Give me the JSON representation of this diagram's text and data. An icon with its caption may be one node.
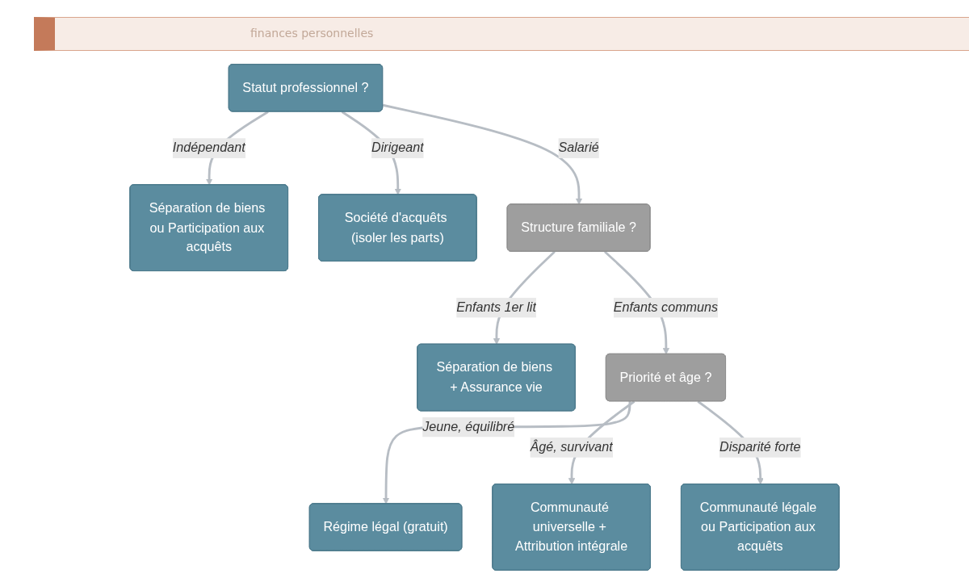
{
  "diagram": {
    "nodes": [
      {
        "text": [
          "Statut professionnel ?"
        ]
      },
      {
        "text": [
          "Séparation de biens ou Participation aux acquêts"
        ]
      },
      {
        "text": [
          "Société d'acquêts (isoler les parts)"
        ]
      },
      {
        "text": [
          "Structure familiale ?"
        ]
      },
      {
        "text": [
          "Séparation de biens + Assurance vie"
        ]
      },
      {
        "text": [
          "Priorité et âge ?"
        ]
      },
      {
        "text": [
          "Régime légal (gratuit)"
        ]
      },
      {
        "text": [
          "Communauté universelle + Attribution intégrale"
        ]
      },
      {
        "text": [
          "Communauté légale ou Participation aux acquêts"
        ]
      }
    ],
    "edges": [
      {
        "from": 0,
        "to": 1,
        "label": "Indépendant",
        "arrow": "to"
      },
      {
        "from": 0,
        "to": 2,
        "label": "Dirigeant",
        "arrow": "to"
      },
      {
        "from": 0,
        "to": 3,
        "label": "Salarié",
        "arrow": "to"
      },
      {
        "from": 3,
        "to": 4,
        "label": "Enfants 1er lit",
        "arrow": "to"
      },
      {
        "from": 3,
        "to": 5,
        "label": "Enfants communs",
        "arrow": "to"
      },
      {
        "from": 5,
        "to": 6,
        "label": "Jeune, équilibré",
        "arrow": "to"
      },
      {
        "from": 5,
        "to": 7,
        "label": "Âgé, survivant",
        "arrow": "to"
      },
      {
        "from": 5,
        "to": 8,
        "label": "Disparité forte",
        "arrow": "to"
      }
    ],
    "labels": [
      "finances personnelles"
    ]
  }
}
